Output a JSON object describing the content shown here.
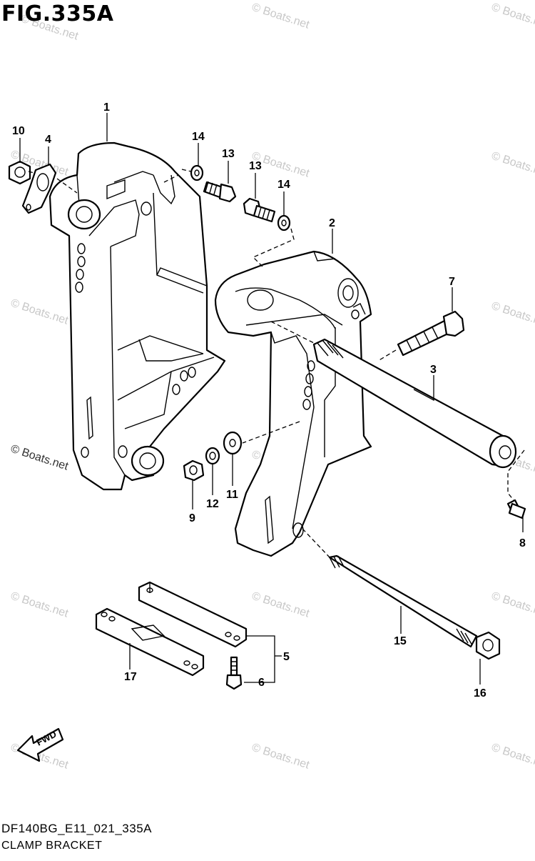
{
  "figure": {
    "title": "FIG.335A",
    "drawing_code": "DF140BG_E11_021_335A",
    "section_name": "CLAMP BRACKET",
    "fwd_label": "FWD"
  },
  "watermark": {
    "text": "© Boats.net",
    "primary_text": "© Boats.net"
  },
  "callouts": [
    "1",
    "2",
    "3",
    "4",
    "5",
    "6",
    "7",
    "8",
    "9",
    "10",
    "11",
    "12",
    "13",
    "13",
    "14",
    "14",
    "15",
    "16",
    "17"
  ]
}
